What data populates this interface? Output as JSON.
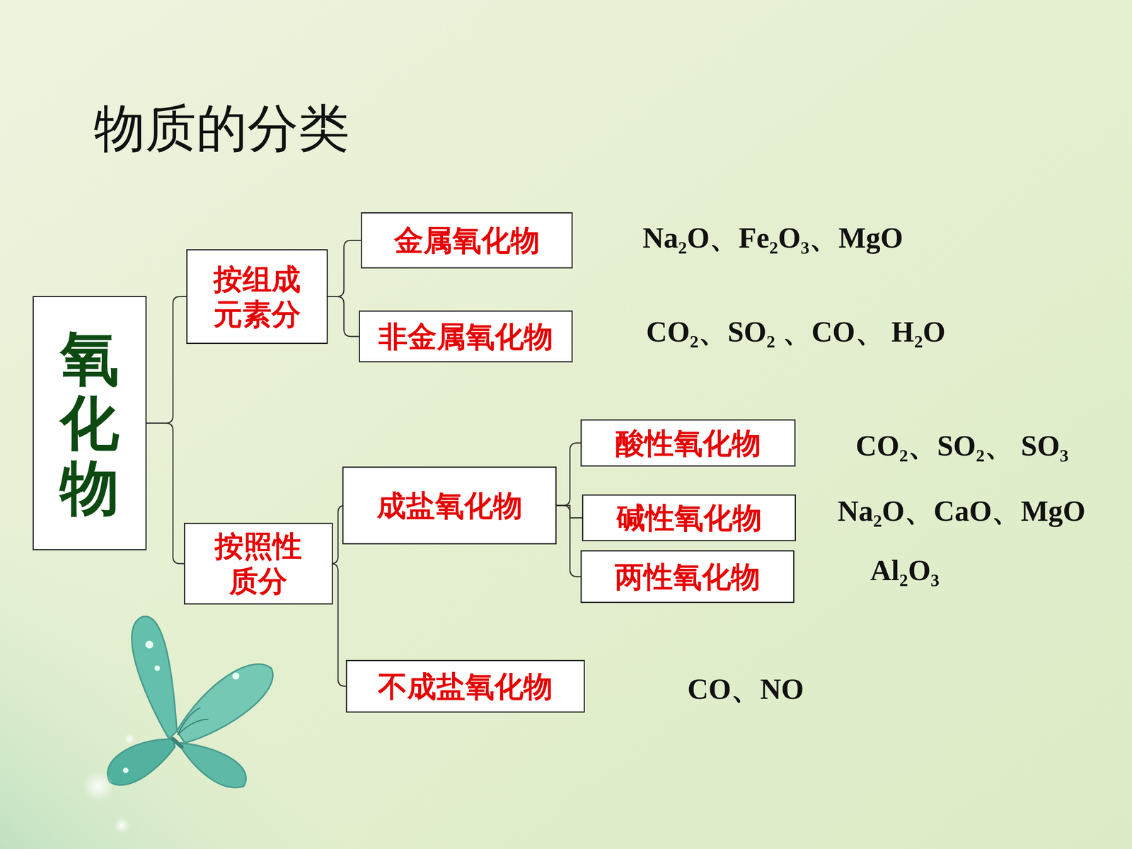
{
  "diagram": {
    "title": "物质的分类",
    "nodes": [
      {
        "text": [
          "氧化物"
        ]
      },
      {
        "text": [
          "按组成元素分"
        ]
      },
      {
        "text": [
          "金属氧化物"
        ]
      },
      {
        "text": [
          "非金属氧化物"
        ]
      },
      {
        "text": [
          "按照性质分"
        ]
      },
      {
        "text": [
          "成盐氧化物"
        ]
      },
      {
        "text": [
          "酸性氧化物"
        ]
      },
      {
        "text": [
          "碱性氧化物"
        ]
      },
      {
        "text": [
          "两性氧化物"
        ]
      },
      {
        "text": [
          "不成盐氧化物"
        ]
      }
    ],
    "edges": [
      {
        "from": 0,
        "to": 1,
        "arrow": "none"
      },
      {
        "from": 0,
        "to": 4,
        "arrow": "none"
      },
      {
        "from": 1,
        "to": 2,
        "arrow": "none"
      },
      {
        "from": 1,
        "to": 3,
        "arrow": "none"
      },
      {
        "from": 4,
        "to": 5,
        "arrow": "none"
      },
      {
        "from": 4,
        "to": 9,
        "arrow": "none"
      },
      {
        "from": 5,
        "to": 6,
        "arrow": "none"
      },
      {
        "from": 5,
        "to": 7,
        "arrow": "none"
      },
      {
        "from": 5,
        "to": 8,
        "arrow": "none"
      }
    ],
    "labels": [
      "Na₂O、Fe₂O₃、MgO",
      "CO₂、SO₂ 、CO、 H₂O",
      "CO₂、SO₂、 SO₃",
      "Na₂O、CaO、MgO",
      "Al₂O₃",
      "CO、NO"
    ]
  }
}
